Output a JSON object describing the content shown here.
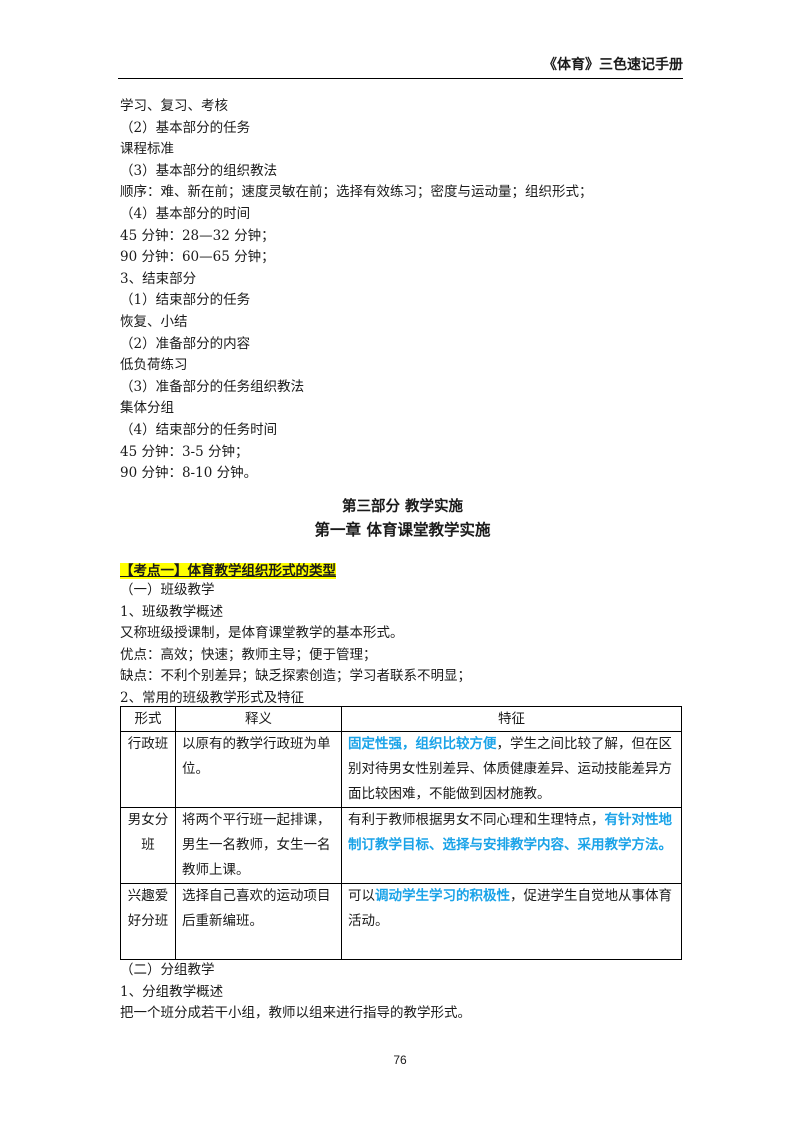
{
  "header": {
    "title": "《体育》三色速记手册"
  },
  "lines_top": [
    "学习、复习、考核",
    "（2）基本部分的任务",
    "课程标准",
    "（3）基本部分的组织教法",
    "顺序：难、新在前；速度灵敏在前；选择有效练习；密度与运动量；组织形式；",
    "（4）基本部分的时间",
    "45 分钟：28—32 分钟；",
    "90 分钟：60—65 分钟；",
    "3、结束部分",
    "（1）结束部分的任务",
    "恢复、小结",
    "（2）准备部分的内容",
    "低负荷练习",
    "（3）准备部分的任务组织教法",
    "集体分组",
    "（4）结束部分的任务时间",
    "45 分钟：3-5 分钟；",
    "90 分钟：8-10 分钟。"
  ],
  "titles": {
    "part": "第三部分  教学实施",
    "chapter": "第一章  体育课堂教学实施"
  },
  "kaodian": "【考点一】体育教学组织形式的类型",
  "lines_mid": [
    "（一）班级教学",
    "1、班级教学概述",
    "又称班级授课制，是体育课堂教学的基本形式。",
    "优点：高效；快速；教师主导；便于管理；",
    "缺点：不利个别差异；缺乏探索创造；学习者联系不明显；",
    "2、常用的班级教学形式及特征"
  ],
  "table": {
    "headers": [
      "形式",
      "释义",
      "特征"
    ],
    "rows": [
      {
        "form": "行政班",
        "def": "以原有的教学行政班为单位。",
        "feat_pre": "",
        "feat_hl": "固定性强，组织比较方便",
        "feat_post": "，学生之间比较了解，但在区别对待男女性别差异、体质健康差异、运动技能差异方面比较困难，不能做到因材施教。"
      },
      {
        "form": "男女分班",
        "def": "将两个平行班一起排课，男生一名教师，女生一名教师上课。",
        "feat_pre": "有利于教师根据男女不同心理和生理特点，",
        "feat_hl": "有针对性地制订教学目标、选择与安排教学内容、采用教学方法。",
        "feat_post": ""
      },
      {
        "form": "兴趣爱好分班",
        "def": "选择自己喜欢的运动项目后重新编班。",
        "feat_pre": "可以",
        "feat_hl": "调动学生学习的积极性",
        "feat_post": "，促进学生自觉地从事体育活动。"
      }
    ]
  },
  "lines_bottom": [
    "（二）分组教学",
    "1、分组教学概述",
    "把一个班分成若干小组，教师以组来进行指导的教学形式。"
  ],
  "page_number": "76",
  "colors": {
    "highlight_blue": "#1aa3e8",
    "highlight_yellow": "#ffff00"
  }
}
